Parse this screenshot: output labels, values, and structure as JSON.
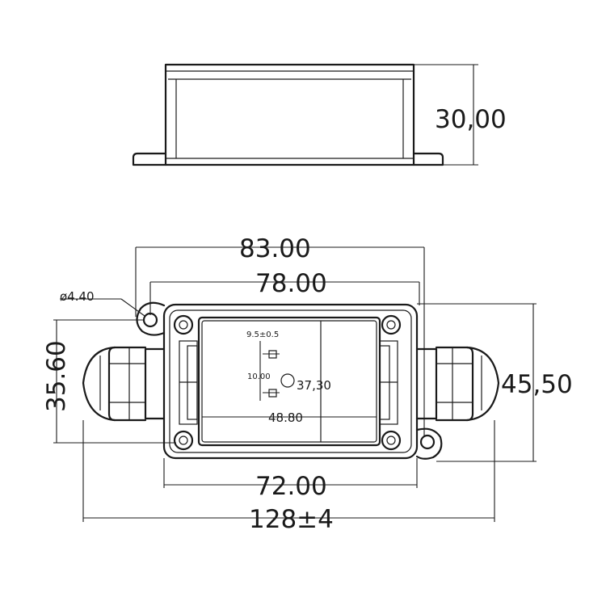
{
  "dimensions": {
    "height": "30,00",
    "overall_width_flanges": "83.00",
    "hole_spacing_top": "78.00",
    "mount_hole_dia": "ø4.40",
    "body_height_left": "35.60",
    "overall_height_right": "45,50",
    "lid_inner_width": "72.00",
    "overall_length": "128±4",
    "inner_width": "48.80",
    "cable_dia": "37,30",
    "terminal_pitch": "10.00",
    "terminal_offset": "9.5±0.5"
  }
}
